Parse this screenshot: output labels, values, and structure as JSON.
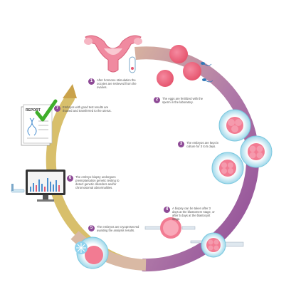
{
  "colors": {
    "arc_start": "#caa24a",
    "arc_mid": "#d4b2a7",
    "arc_end": "#8e4a96",
    "step_badge": "#8e4a96",
    "check": "#3fae2a"
  },
  "icons": [
    "uterus-icon",
    "test-tube-icon",
    "egg-cell-icon",
    "sperm-icon",
    "embryo-cell-icon",
    "pipette-icon",
    "report-document-icon",
    "check-icon",
    "computer-monitor-icon",
    "frozen-embryo-icon"
  ],
  "report_label": "REPORT",
  "steps": [
    {
      "num": "1",
      "text": "After hormone stimulation the oocytes are retrieved from the ovaries."
    },
    {
      "num": "2",
      "text": "The eggs are fertilized with the sperm in the laboratory."
    },
    {
      "num": "3",
      "text": "The embryos are kept in culture for 3 to 5 days."
    },
    {
      "num": "4",
      "text": "A biopsy can be taken after 3 days at the blastomere stage, or after 5 days at the blastocyst stage."
    },
    {
      "num": "5",
      "text": "The embryos are cryopreserved awaiting the analysis results."
    },
    {
      "num": "6",
      "text": "The embryo biopsy undergoes preimplantation genetic testing to detect genetic disorders and/or chromosomal abnormalities."
    },
    {
      "num": "7",
      "text": "Embryos with good test results are thawed and transferred to the uterus."
    }
  ]
}
